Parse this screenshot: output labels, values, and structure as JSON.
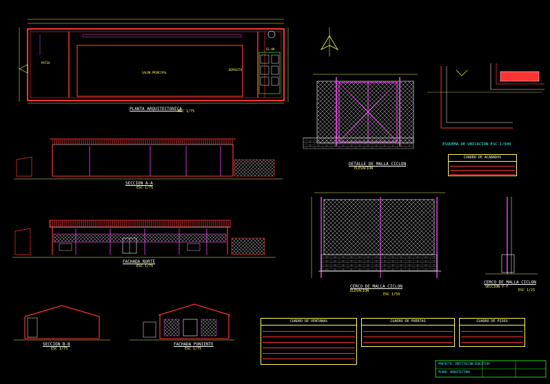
{
  "drawing": {
    "plan_title": "PLANTA ARQUITECTONICA",
    "plan_scale": "ESC 1/75",
    "section_aa_title": "SECCION A-A",
    "section_aa_scale": "ESC 1/75",
    "facade_title": "FACHADA NORTE",
    "facade_scale": "ESC 1/75",
    "section_bb_title": "SECCION B-B",
    "section_bb_scale": "ESC 1/75",
    "lateral_title": "FACHADA PONIENTE",
    "lateral_scale": "ESC 1/75",
    "mesh_fence_title": "DETALLE DE MALLA CICLON",
    "mesh_fence_sub": "ELEVACION",
    "fence_wall_title": "CERCO DE MALLA CICLON",
    "fence_wall_sub": "ELEVACION",
    "fence_wall_scale": "ESC 1/50",
    "fence_section_title": "CERCO DE MALLA CICLON",
    "fence_section_sub": "SECCION Y-Y",
    "fence_section_scale": "ESC 1/25",
    "location_title": "ESQUEMA DE UBICACION ESC 1/500",
    "room_main": "SALON PRINCIPAL",
    "room_side": "SS.HH.",
    "room_left": "PATIO",
    "room_storage": "DEPOSITO"
  },
  "tables": {
    "windows": "CUADRO DE VENTANAS",
    "doors": "CUADRO DE PUERTAS",
    "floors": "CUADRO DE PISOS",
    "finishes": "CUADRO DE ACABADOS"
  },
  "titleblock": {
    "line1": "PROYECTO: INSTITUCION EDUCATIVA",
    "line2": "PLANO: ARQUITECTURA"
  },
  "colors": {
    "wall": "#ff3333",
    "dim": "#ffff55",
    "accent": "#ff44ff",
    "hatch": "#ffffff",
    "cyan": "#33ffff",
    "green": "#33ff33"
  }
}
